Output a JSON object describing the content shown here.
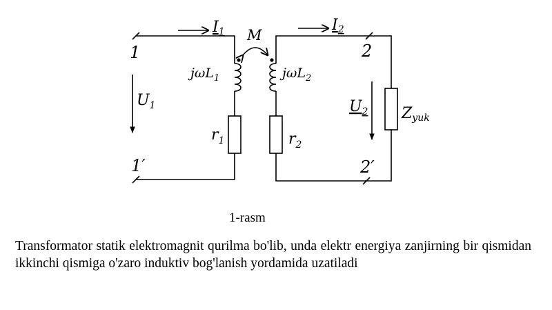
{
  "diagram": {
    "mutual": "M",
    "current_primary": {
      "letter": "I",
      "sub": "1"
    },
    "current_secondary": {
      "letter": "I",
      "sub": "2"
    },
    "voltage_primary": {
      "letter": "U",
      "sub": "1"
    },
    "voltage_secondary": {
      "letter": "U",
      "sub": "2"
    },
    "inductance_primary": {
      "main": "jωL",
      "sub": "1"
    },
    "inductance_secondary": {
      "main": "jωL",
      "sub": "2"
    },
    "resistor_primary": {
      "letter": "r",
      "sub": "1"
    },
    "resistor_secondary": {
      "letter": "r",
      "sub": "2"
    },
    "load": {
      "letter": "Z",
      "sub": "yuk"
    },
    "terminal_1": "1",
    "terminal_1p": "1′",
    "terminal_2": "2",
    "terminal_2p": "2′"
  },
  "caption": "1-rasm",
  "paragraph": "Transformator statik elektromagnit qurilma bo'lib, unda elektr energiya zanjirning bir qismidan ikkinchi qismiga o'zaro induktiv  bog'lanish yordamida uzatiladi"
}
